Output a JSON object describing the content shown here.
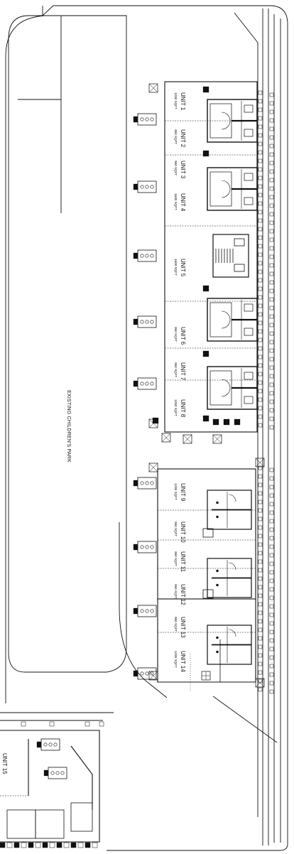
{
  "park_label": "EXISTING CHILDREN'S PARK",
  "units": [
    {
      "name": "UNIT 1",
      "area": "1280 SQFT"
    },
    {
      "name": "UNIT 2",
      "area": "960 SQFT"
    },
    {
      "name": "UNIT 3",
      "area": "960 SQFT"
    },
    {
      "name": "UNIT 4",
      "area": "1600 SQFT"
    },
    {
      "name": "UNIT 5",
      "area": "1600 SQFT"
    },
    {
      "name": "UNIT 6",
      "area": "960 SQFT"
    },
    {
      "name": "UNIT 7",
      "area": "960 SQFT"
    },
    {
      "name": "UNIT 8",
      "area": "1280 SQFT"
    },
    {
      "name": "UNIT 9",
      "area": "1280 SQFT"
    },
    {
      "name": "UNIT 10",
      "area": "960 SQFT"
    },
    {
      "name": "UNIT 11",
      "area": "960 SQFT"
    },
    {
      "name": "UNIT 12",
      "area": "960 SQFT"
    },
    {
      "name": "UNIT 13",
      "area": "960 SQFT"
    },
    {
      "name": "UNIT 14",
      "area": "1280 SQFT"
    }
  ],
  "unit_15": {
    "name": "UNIT 15",
    "area": ""
  },
  "colors": {
    "line": "#111111",
    "background": "#ffffff"
  }
}
